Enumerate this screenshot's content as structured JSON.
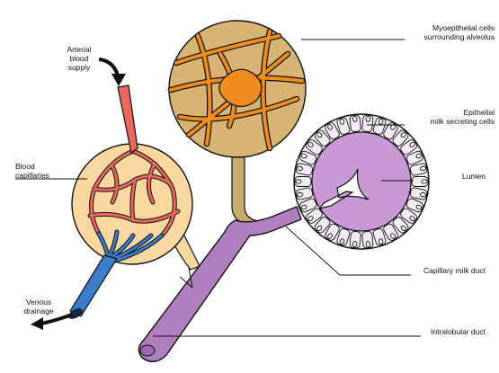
{
  "labels": {
    "arterial": "Arterial\nblood\nsupply",
    "capillaries": "Blood\ncapillaries",
    "venous": "Venous\ndrainage",
    "myoepithelial": "Myoepithelial cells\nsurrounding alveolus",
    "epithelial": "Epithelial\nmilk secreting cells",
    "lumen": "Lumen",
    "capillary_duct": "Capillary milk duct",
    "intralobular": "Intralobular duct"
  },
  "colors": {
    "artery": "#e8685e",
    "vein": "#3d7cc9",
    "alveolus_fill": "#fad8a0",
    "myo_fill": "#d8b472",
    "myo_cells": "#f08c1e",
    "duct": "#b07fbf",
    "stalk": "#c8ac6e",
    "lumen": "#c79ad6",
    "cells_fill": "#f6ecf8",
    "outline": "#111111"
  }
}
